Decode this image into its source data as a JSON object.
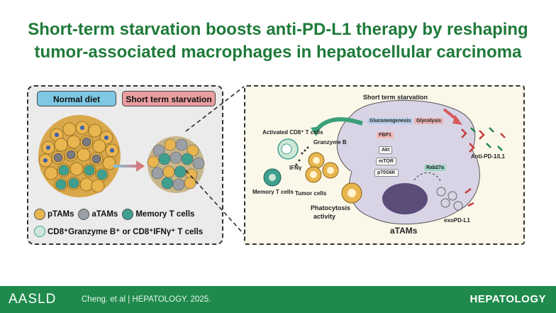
{
  "title": {
    "line1": "Short-term starvation boosts anti-PD-L1 therapy by reshaping",
    "line2": "tumor-associated macrophages in hepatocellular carcinoma"
  },
  "left_panel": {
    "normal_diet": "Normal diet",
    "short_term_starvation": "Short term starvation",
    "legend": {
      "ptams": "pTAMs",
      "atams": "aTAMs",
      "memory": "Memory T cells",
      "cd8": "CD8⁺Granzyme B⁺ or CD8⁺IFNγ⁺ T cells"
    }
  },
  "right_panel": {
    "header": "Short term starvation",
    "gluconeogenesis": "Gluconeogenesis",
    "glycolysis": "Glycolysis",
    "fbp1": "FBP1",
    "akt": "Akt",
    "mtor": "mTOR",
    "p70s6k": "p70S6K",
    "rab27a": "Rab27a",
    "activated_cd8": "Activated CD8⁺ T cells",
    "granzyme_b": "Granzyme B",
    "ifng": "IFNγ",
    "memory_t": "Memory T cells",
    "tumor_cells": "Tumor cells",
    "phagocytosis": "Phatocytosis",
    "activity": "activity",
    "anti_pd": "Anti-PD-1/L1",
    "atams": "aTAMs",
    "expd": "exoPD-L1"
  },
  "footer": {
    "org": "AASLD",
    "citation": "Cheng. et al  |  HEPATOLOGY. 2025.",
    "journal": "HEPATOLOGY"
  },
  "colors": {
    "title_green": "#1f7a3a",
    "footer_green": "#1f8a4c",
    "normal_pill": "#7ec8e3",
    "starvation_pill": "#e99ea0"
  }
}
